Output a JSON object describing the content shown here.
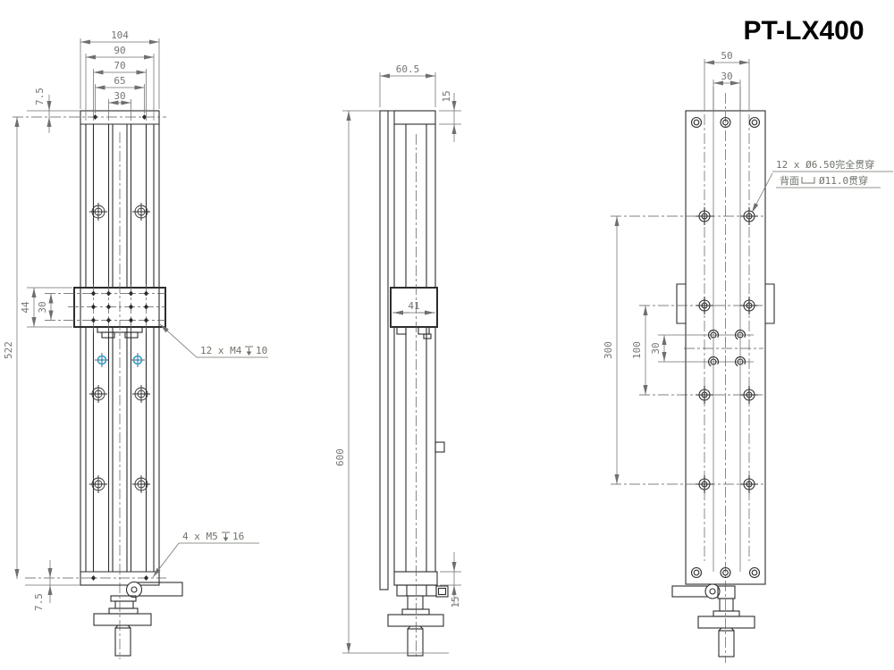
{
  "title": "PT-LX400",
  "colors": {
    "line": "#2d2d2d",
    "dimension": "#757575",
    "callout": "#6e7468",
    "accent_blue": "#2f9fd0"
  },
  "dims_front": {
    "overall_width": "104",
    "width_90": "90",
    "width_70": "70",
    "width_65": "65",
    "width_30": "30",
    "top_offset": "7.5",
    "overall_height": "522",
    "carriage_height": "44",
    "carriage_rows": "30",
    "bottom_offset": "7.5"
  },
  "dims_side": {
    "depth": "60.5",
    "cap_height": "15",
    "carriage_depth": "41",
    "total_height": "600",
    "base_offset": "15"
  },
  "dims_back": {
    "col_span_outer": "50",
    "col_span_inner": "30",
    "row_span_outer": "300",
    "row_span_mid": "100",
    "row_span_inner": "30"
  },
  "callouts": {
    "m4": {
      "label": "12 x M4",
      "depth": "10"
    },
    "m5": {
      "label": "4 x M5",
      "depth": "16"
    },
    "cbore": {
      "line1": "12 x Ø6.50完全贯穿",
      "line2_prefix": "背面",
      "line2_suffix": "Ø11.0贯穿"
    }
  }
}
